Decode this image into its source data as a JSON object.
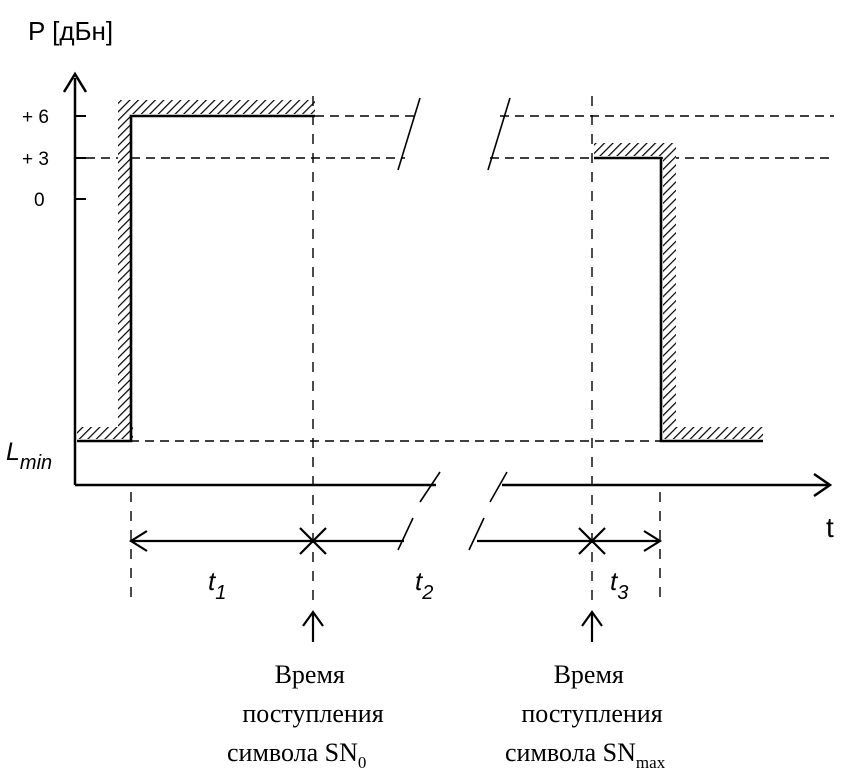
{
  "y_axis": {
    "label": "P [дБн]",
    "ticks": [
      "+ 6",
      "+ 3",
      "0"
    ],
    "lmin_main": "L",
    "lmin_sub": "min"
  },
  "x_axis": {
    "label": "t"
  },
  "intervals": [
    {
      "main": "t",
      "sub": "1"
    },
    {
      "main": "t",
      "sub": "2"
    },
    {
      "main": "t",
      "sub": "3"
    }
  ],
  "events": [
    {
      "line1": "Время",
      "line2": "поступления",
      "line3": "символа SN",
      "sub": "0"
    },
    {
      "line1": "Время",
      "line2": "поступления",
      "line3": "символа SN",
      "sub": "max"
    }
  ]
}
